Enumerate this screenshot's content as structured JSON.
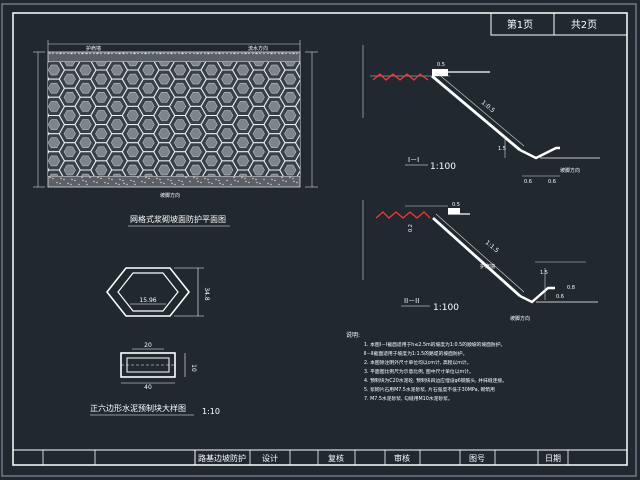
{
  "header": {
    "page_no": "第1页",
    "page_total": "共2页"
  },
  "plan_view": {
    "title": "网格式浆砌坡面防护平面图",
    "label_top_left": "护肩墙",
    "label_top_right": "流水方向",
    "label_bottom": "坡脚方向"
  },
  "hex_block": {
    "title": "正六边形水泥预制块大样图",
    "scale": "1:10",
    "dim_inner": "15.96",
    "dim_height": "34.8",
    "dim_top": "20",
    "dim_side": "10",
    "dim_bottom": "40"
  },
  "section1": {
    "mark": "I－I",
    "scale": "1:100",
    "slope": "1:0.5",
    "dims": [
      "0.5",
      "1.5",
      "0.6",
      "0.6"
    ],
    "label": "坡脚方向"
  },
  "section2": {
    "mark": "II－II",
    "scale": "1:100",
    "slope": "1:1.5",
    "dims": [
      "0.2",
      "0.5",
      "1.5",
      "0.6",
      "0.8"
    ],
    "label_a": "护肩墙",
    "label_b": "坡脚方向"
  },
  "notes": {
    "heading": "说明:",
    "lines": [
      "1. 本图Ⅰ－Ⅰ截面适用于h≤2.5m的坡度为1:0.5的顺坡的坡面防护。",
      "   Ⅱ－Ⅱ截面适用于坡度为1:1.5的路堤的坡面防护。",
      "2. 本图除注明外尺寸单位均以cm计, 高程以m计。",
      "3. 平面图比例尺为示意比例, 图中尺寸单位以m计。",
      "4. 预制块为C20水泥砼, 预制块四边应埋设φ6钢筋头, 并抹缝连接。",
      "5. 浆砌片石用M7.5水泥砂浆, 片石强度不低于30MPa, 砌筑用",
      "7. M7.5水泥砂浆, 勾缝用M10水泥砂浆。"
    ]
  },
  "title_block": {
    "project": "路基边坡防护",
    "design": "设计",
    "review": "复核",
    "approve": "审核",
    "drawing_no": "图号",
    "date": "日期"
  }
}
